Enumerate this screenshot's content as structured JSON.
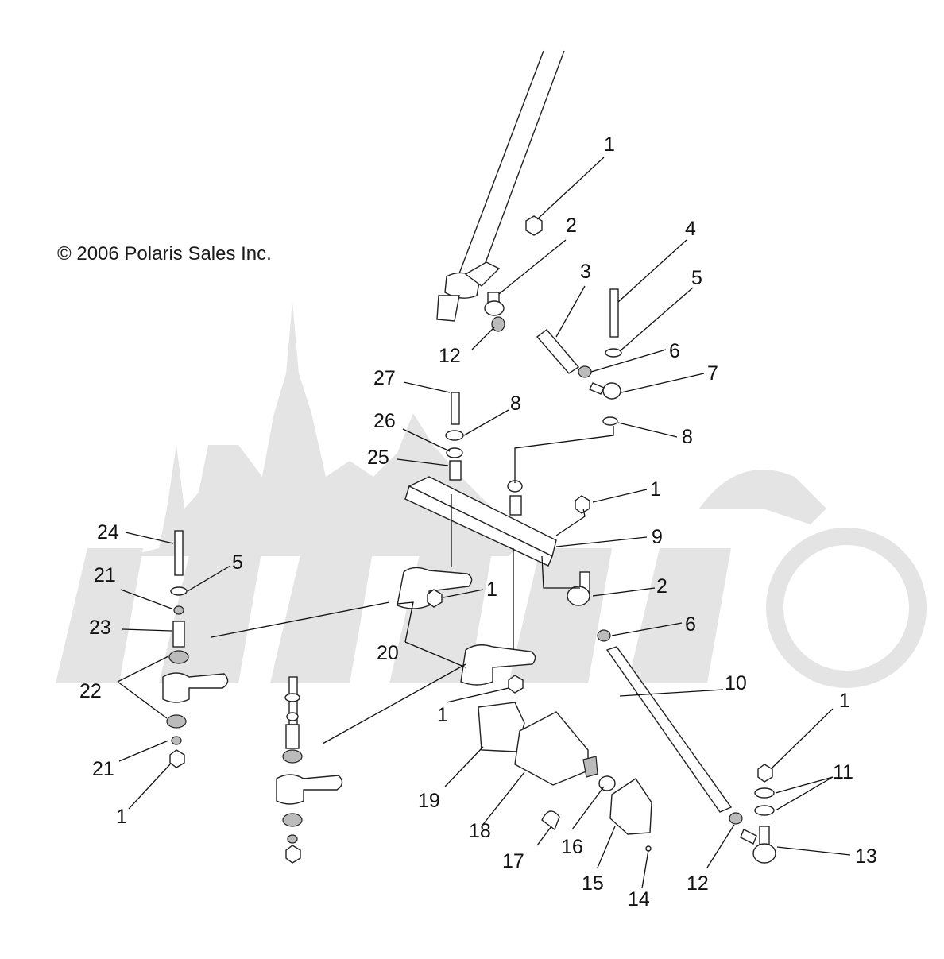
{
  "copyright": "© 2006 Polaris Sales Inc.",
  "callouts": [
    {
      "id": "c1a",
      "text": "1"
    },
    {
      "id": "c2a",
      "text": "2"
    },
    {
      "id": "c3",
      "text": "3"
    },
    {
      "id": "c4",
      "text": "4"
    },
    {
      "id": "c5a",
      "text": "5"
    },
    {
      "id": "c12a",
      "text": "12"
    },
    {
      "id": "c6a",
      "text": "6"
    },
    {
      "id": "c7",
      "text": "7"
    },
    {
      "id": "c27",
      "text": "27"
    },
    {
      "id": "c8a",
      "text": "8"
    },
    {
      "id": "c26",
      "text": "26"
    },
    {
      "id": "c8b",
      "text": "8"
    },
    {
      "id": "c25",
      "text": "25"
    },
    {
      "id": "c1b",
      "text": "1"
    },
    {
      "id": "c9",
      "text": "9"
    },
    {
      "id": "c24",
      "text": "24"
    },
    {
      "id": "c5b",
      "text": "5"
    },
    {
      "id": "c21a",
      "text": "21"
    },
    {
      "id": "c1c",
      "text": "1"
    },
    {
      "id": "c2b",
      "text": "2"
    },
    {
      "id": "c23",
      "text": "23"
    },
    {
      "id": "c6b",
      "text": "6"
    },
    {
      "id": "c20",
      "text": "20"
    },
    {
      "id": "c22",
      "text": "22"
    },
    {
      "id": "c1d",
      "text": "1"
    },
    {
      "id": "c10",
      "text": "10"
    },
    {
      "id": "c1e",
      "text": "1"
    },
    {
      "id": "c11",
      "text": "11"
    },
    {
      "id": "c21b",
      "text": "21"
    },
    {
      "id": "c19",
      "text": "19"
    },
    {
      "id": "c1f",
      "text": "1"
    },
    {
      "id": "c18",
      "text": "18"
    },
    {
      "id": "c16",
      "text": "16"
    },
    {
      "id": "c17",
      "text": "17"
    },
    {
      "id": "c13",
      "text": "13"
    },
    {
      "id": "c15",
      "text": "15"
    },
    {
      "id": "c12b",
      "text": "12"
    },
    {
      "id": "c14",
      "text": "14"
    }
  ]
}
